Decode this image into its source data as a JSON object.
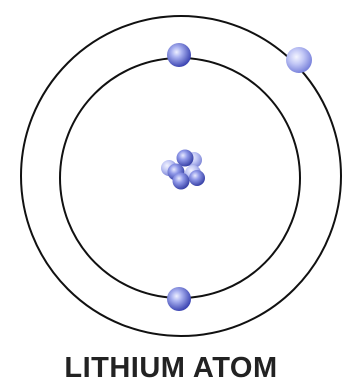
{
  "title": "LITHIUM ATOM",
  "colors": {
    "background": "#ffffff",
    "orbit": "#111111",
    "electron_light": "#c9cdf5",
    "electron_mid": "#7a84e4",
    "electron_dark": "#3d46b3",
    "nucleus_particle": "#6f79dc",
    "caption": "#222222"
  },
  "atom": {
    "shells": 2,
    "electrons": 3,
    "nucleus_particles": 7
  }
}
